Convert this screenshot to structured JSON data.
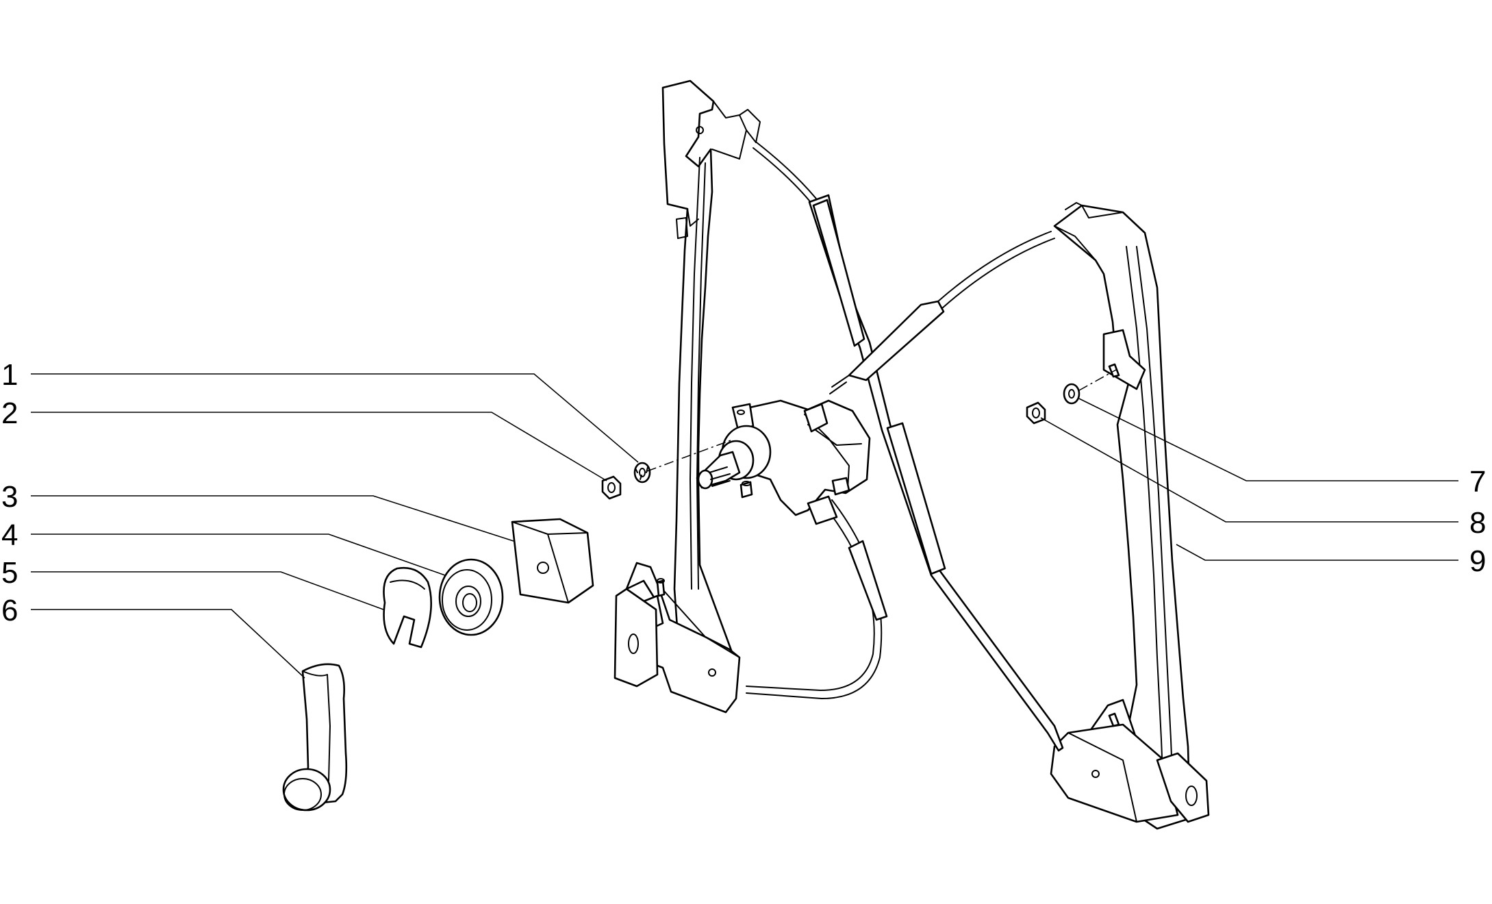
{
  "diagram": {
    "callouts": [
      {
        "number": "1",
        "part": "washer"
      },
      {
        "number": "2",
        "part": "nut"
      },
      {
        "number": "3",
        "part": "pad"
      },
      {
        "number": "4",
        "part": "escutcheon"
      },
      {
        "number": "5",
        "part": "clip"
      },
      {
        "number": "6",
        "part": "handle"
      },
      {
        "number": "7",
        "part": "washer"
      },
      {
        "number": "8",
        "part": "nut"
      },
      {
        "number": "9",
        "part": "window-regulator"
      }
    ]
  }
}
